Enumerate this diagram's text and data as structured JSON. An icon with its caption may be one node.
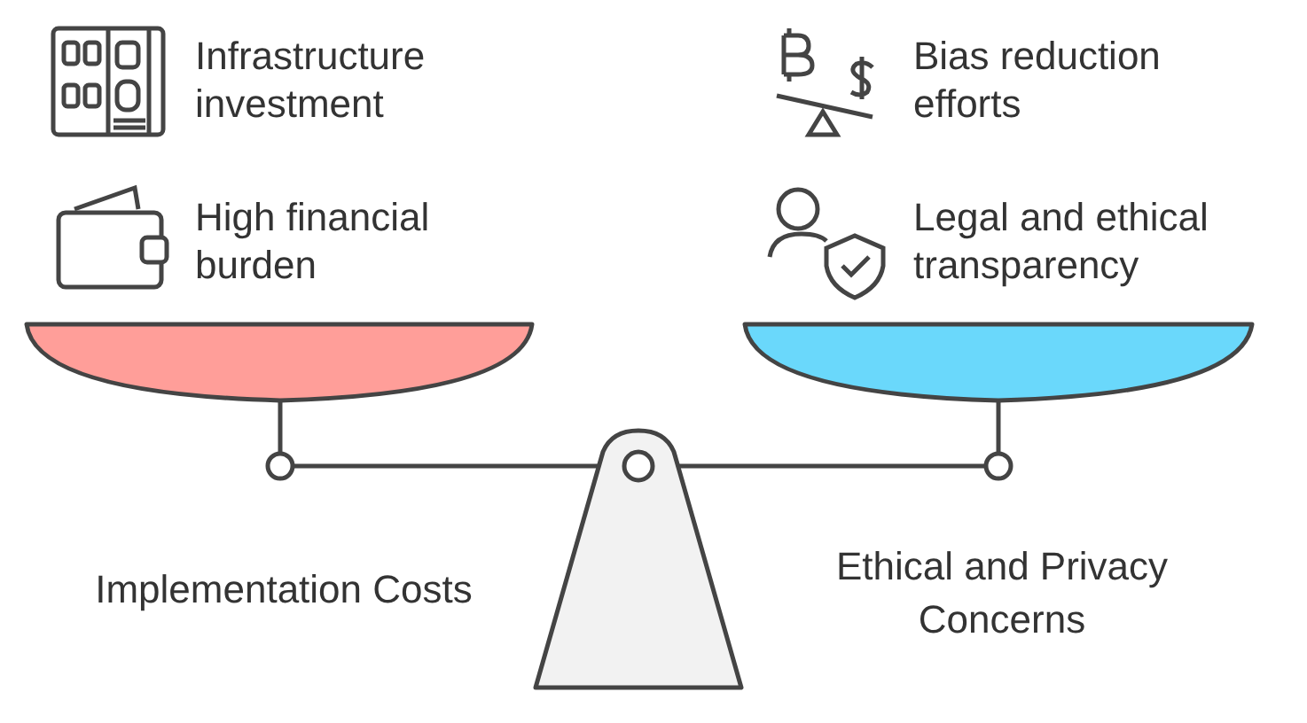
{
  "diagram": {
    "labels": [
      "Infrastructure investment",
      "Bias reduction efforts",
      "High financial burden",
      "Legal and ethical transparency",
      "Implementation Costs",
      "Ethical and Privacy Concerns"
    ]
  }
}
